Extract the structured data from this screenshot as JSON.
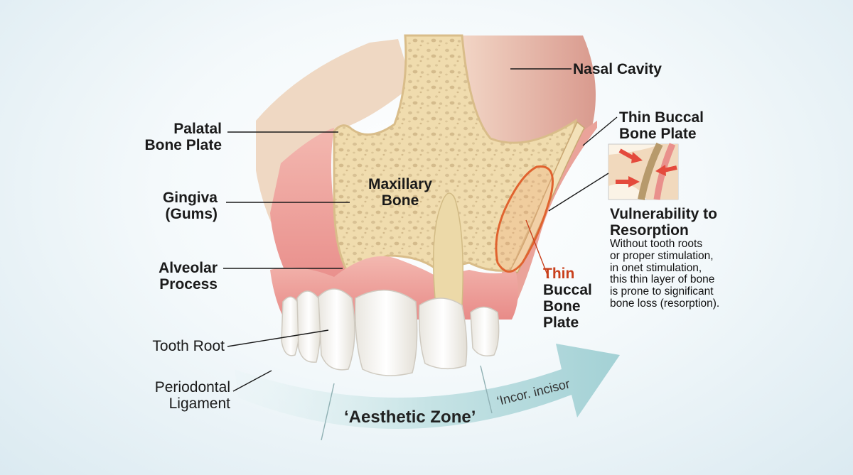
{
  "labels": {
    "nasal_cavity": "Nasal Cavity",
    "thin_buccal_top_1": "Thin Buccal",
    "thin_buccal_top_2": "Bone Plate",
    "palatal_1": "Palatal",
    "palatal_2": "Bone Plate",
    "maxillary_1": "Maxillary",
    "maxillary_2": "Bone",
    "gingiva_1": "Gingiva",
    "gingiva_2": "(Gums)",
    "alveolar_1": "Alveolar",
    "alveolar_2": "Process",
    "tooth_root": "Tooth Root",
    "periodontal_1": "Periodontal",
    "periodontal_2": "Ligament",
    "thin_red_1": "Thin",
    "thin_red_2": "Buccal",
    "thin_red_3": "Bone",
    "thin_red_4": "Plate",
    "aesthetic_zone": "‘Aesthetic Zone’",
    "incisor": "‘Incor. incisor"
  },
  "vulnerability": {
    "title_1": "Vulnerability to",
    "title_2": "Resorption",
    "lines": [
      "Without tooth roots",
      "or proper stimulation,",
      "in onet stimulation,",
      "this thin layer of bone",
      "is prone to significant",
      "bone loss (resorption)."
    ]
  },
  "colors": {
    "bone": "#f0dcae",
    "gum": "#eb9a96",
    "highlight": "#e0632f",
    "arrow": "#b2d9dc"
  }
}
